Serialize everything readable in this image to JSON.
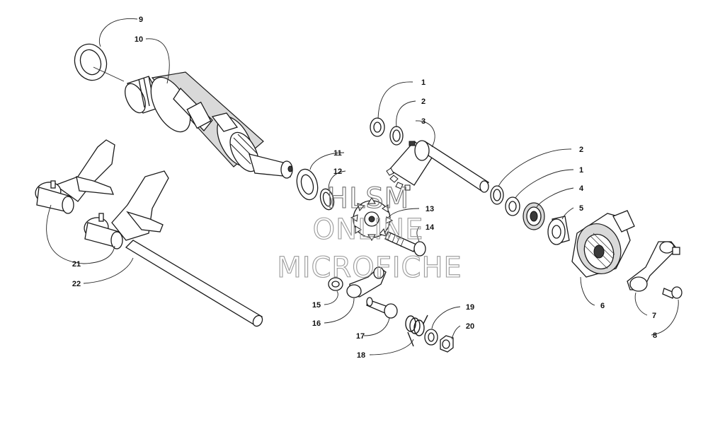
{
  "callouts": [
    "1",
    "2",
    "3",
    "2",
    "1",
    "4",
    "5",
    "6",
    "7",
    "8",
    "9",
    "10",
    "11",
    "12",
    "13",
    "14",
    "15",
    "16",
    "17",
    "18",
    "19",
    "20",
    "21",
    "22"
  ],
  "watermark": {
    "line1": "HLSM",
    "line2": "ONLINE",
    "line3": "MICROFICHE"
  }
}
